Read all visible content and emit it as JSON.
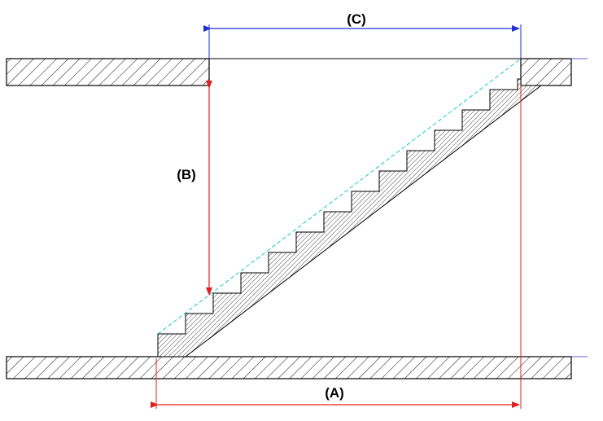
{
  "labels": {
    "a": "(A)",
    "b": "(B)",
    "c": "(C)"
  },
  "colors": {
    "background": "#ffffff",
    "structure": "#000000",
    "hatch": "#222222",
    "dim_a": "#e0201c",
    "dim_b": "#e0201c",
    "dim_c": "#1f2fd0",
    "pitch_line": "#19c9c9"
  }
}
